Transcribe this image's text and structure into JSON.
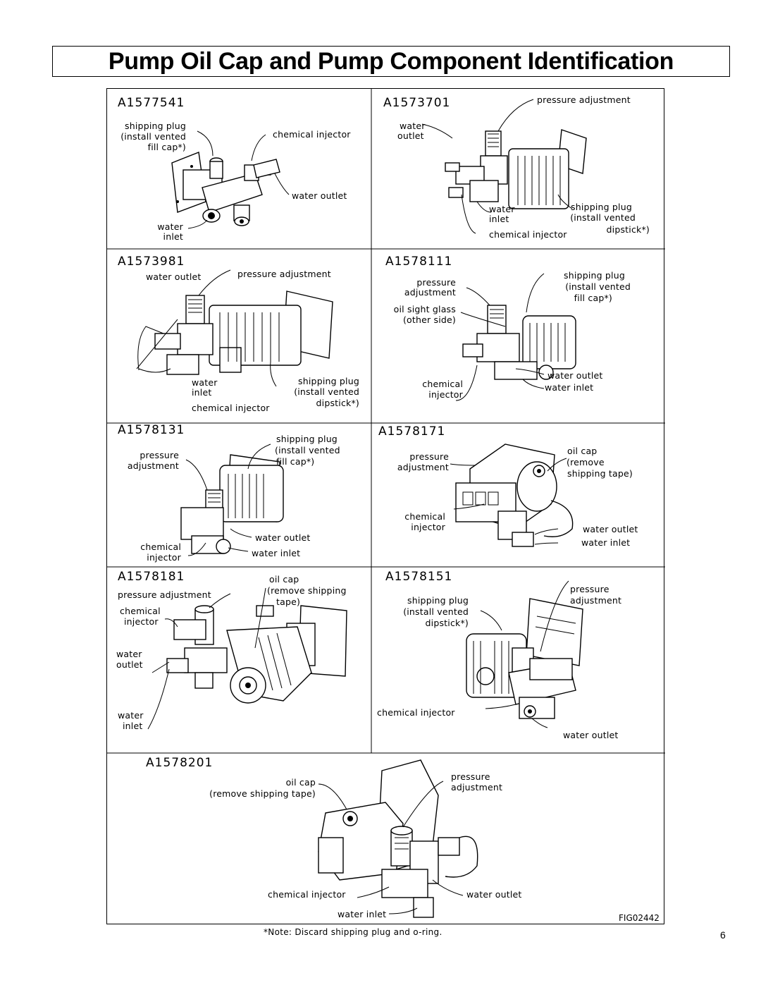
{
  "page_title": "Pump Oil Cap and Pump Component Identification",
  "panels": [
    {
      "code": "A1577541",
      "labels": {
        "shipping_plug": "shipping plug",
        "install_vented": "(install vented",
        "fill_cap": "fill cap*)",
        "chemical_injector": "chemical injector",
        "water_outlet": "water outlet",
        "water": "water",
        "inlet": "inlet"
      }
    },
    {
      "code": "A1573701",
      "labels": {
        "pressure_adjustment": "pressure adjustment",
        "water": "water",
        "outlet": "outlet",
        "water2": "water",
        "inlet": "inlet",
        "chemical_injector": "chemical injector",
        "shipping_plug": "shipping plug",
        "install_vented": "(install vented",
        "dipstick": "dipstick*)"
      }
    },
    {
      "code": "A1573981",
      "labels": {
        "water_outlet": "water outlet",
        "pressure_adjustment": "pressure adjustment",
        "water": "water",
        "inlet": "inlet",
        "shipping_plug": "shipping plug",
        "install_vented": "(install vented",
        "dipstick": "dipstick*)",
        "chemical_injector": "chemical injector"
      }
    },
    {
      "code": "A1578111",
      "labels": {
        "pressure": "pressure",
        "adjustment": "adjustment",
        "oil_sight_glass": "oil sight glass",
        "other_side": "(other side)",
        "shipping_plug": "shipping plug",
        "install_vented": "(install vented",
        "fill_cap": "fill cap*)",
        "water_outlet": "water outlet",
        "water_inlet": "water inlet",
        "chemical": "chemical",
        "injector": "injector"
      }
    },
    {
      "code": "A1578131",
      "labels": {
        "shipping_plug": "shipping plug",
        "install_vented": "(install vented",
        "fill_cap": "fill cap*)",
        "pressure": "pressure",
        "adjustment": "adjustment",
        "water_outlet": "water outlet",
        "water_inlet": "water inlet",
        "chemical": "chemical",
        "injector": "injector"
      }
    },
    {
      "code": "A1578171",
      "labels": {
        "pressure": "pressure",
        "adjustment": "adjustment",
        "oil_cap": "oil cap",
        "remove": "(remove",
        "shipping_tape": "shipping tape)",
        "chemical": "chemical",
        "injector": "injector",
        "water_outlet": "water outlet",
        "water_inlet": "water inlet"
      }
    },
    {
      "code": "A1578181",
      "labels": {
        "pressure_adjustment": "pressure adjustment",
        "oil_cap": "oil cap",
        "remove_shipping": "(remove shipping",
        "tape": "tape)",
        "chemical": "chemical",
        "injector": "injector",
        "water": "water",
        "outlet": "outlet",
        "water2": "water",
        "inlet": "inlet"
      }
    },
    {
      "code": "A1578151",
      "labels": {
        "pressure": "pressure",
        "adjustment": "adjustment",
        "shipping_plug": "shipping plug",
        "install_vented": "(install vented",
        "dipstick": "dipstick*)",
        "chemical_injector": "chemical injector",
        "water_outlet": "water outlet"
      }
    },
    {
      "code": "A1578201",
      "labels": {
        "oil_cap": "oil cap",
        "remove_shipping_tape": "(remove shipping tape)",
        "pressure": "pressure",
        "adjustment": "adjustment",
        "chemical_injector": "chemical injector",
        "water_outlet": "water outlet",
        "water_inlet": "water inlet"
      }
    }
  ],
  "figure_id": "FIG02442",
  "note": "*Note: Discard shipping plug and o-ring.",
  "page_number": "6"
}
